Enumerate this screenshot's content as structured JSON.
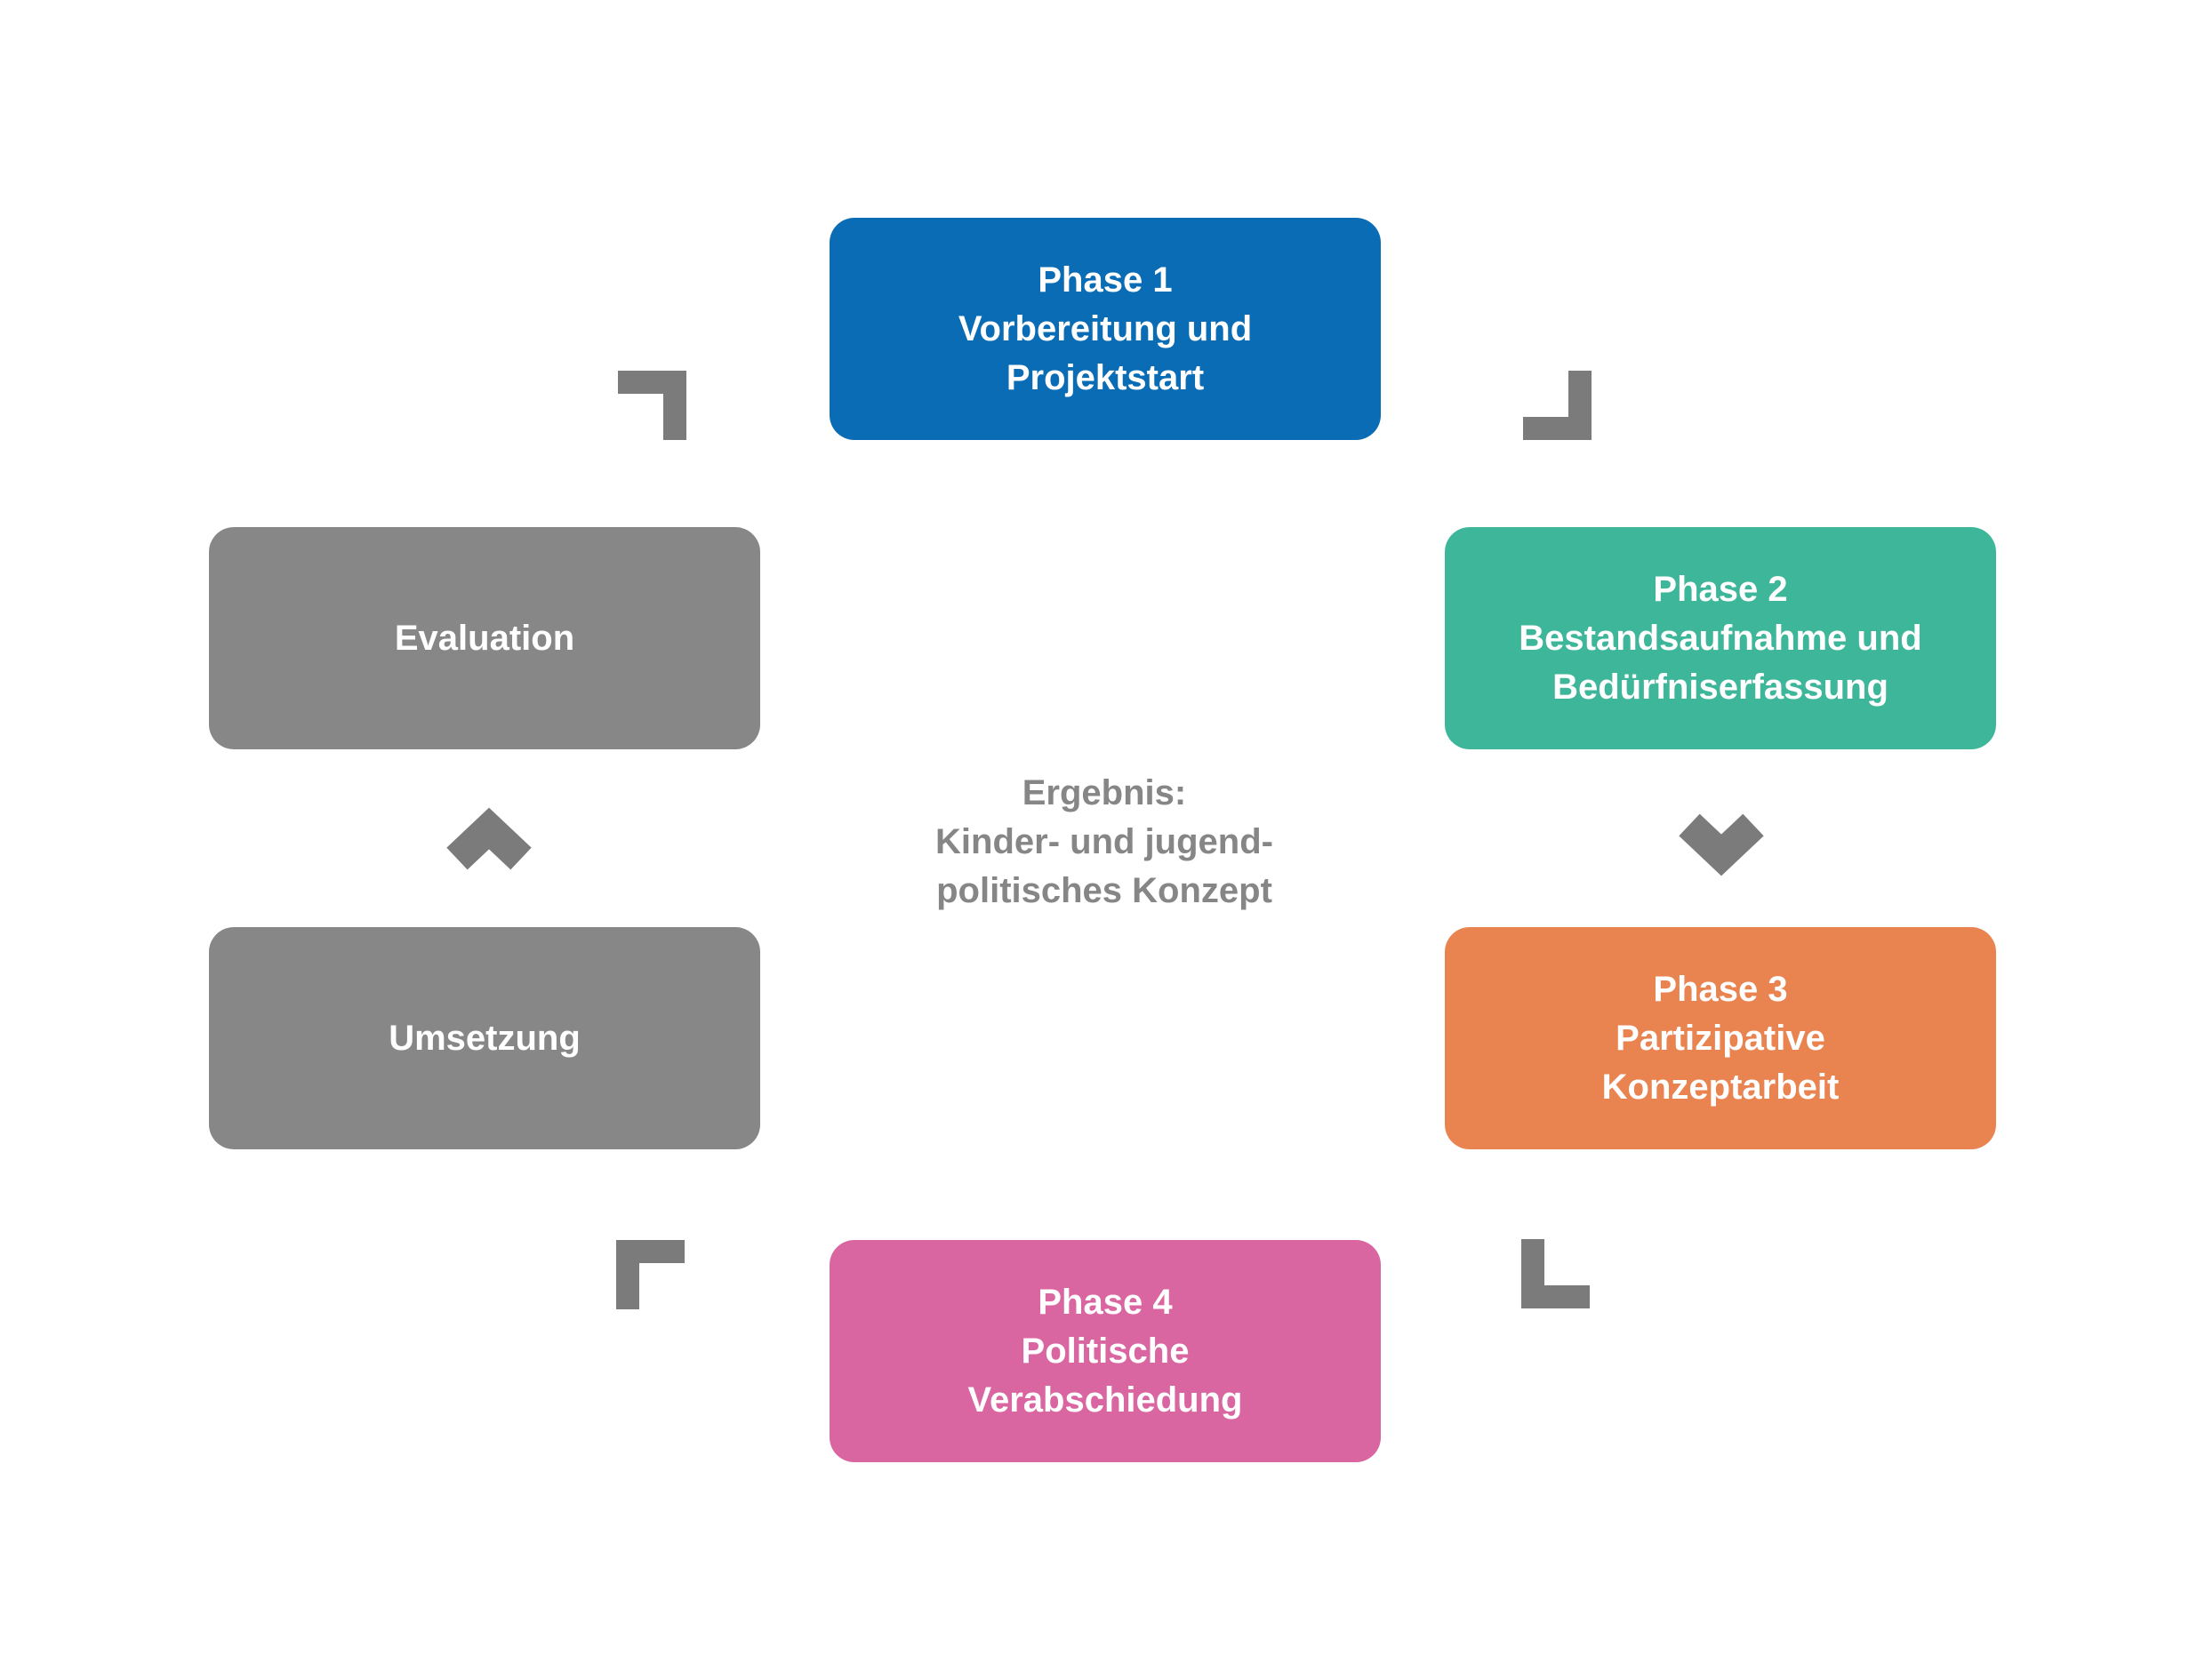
{
  "diagram": {
    "type": "cycle",
    "background": "#FFFFFF",
    "connector_color": "#7B7B7B",
    "center_text_color": "#868686",
    "node_text_color": "#FFFFFF",
    "nodes": {
      "phase1": {
        "color": "#0A6CB4",
        "lines": [
          "Phase 1",
          "Vorbereitung und",
          "Projektstart"
        ]
      },
      "phase2": {
        "color": "#3EB699",
        "lines": [
          "Phase 2",
          "Bestandsaufnahme und",
          "Bedürfniserfassung"
        ]
      },
      "phase3": {
        "color": "#E98350",
        "lines": [
          "Phase 3",
          "Partizipative",
          "Konzeptarbeit"
        ]
      },
      "phase4": {
        "color": "#D965A1",
        "lines": [
          "Phase 4",
          "Politische",
          "Verabschiedung"
        ]
      },
      "umsetzung": {
        "color": "#878787",
        "lines": [
          "Umsetzung"
        ]
      },
      "evaluation": {
        "color": "#878787",
        "lines": [
          "Evaluation"
        ]
      }
    },
    "center": {
      "lines": [
        "Ergebnis:",
        "Kinder- und jugend-",
        "politisches Konzept"
      ]
    }
  }
}
